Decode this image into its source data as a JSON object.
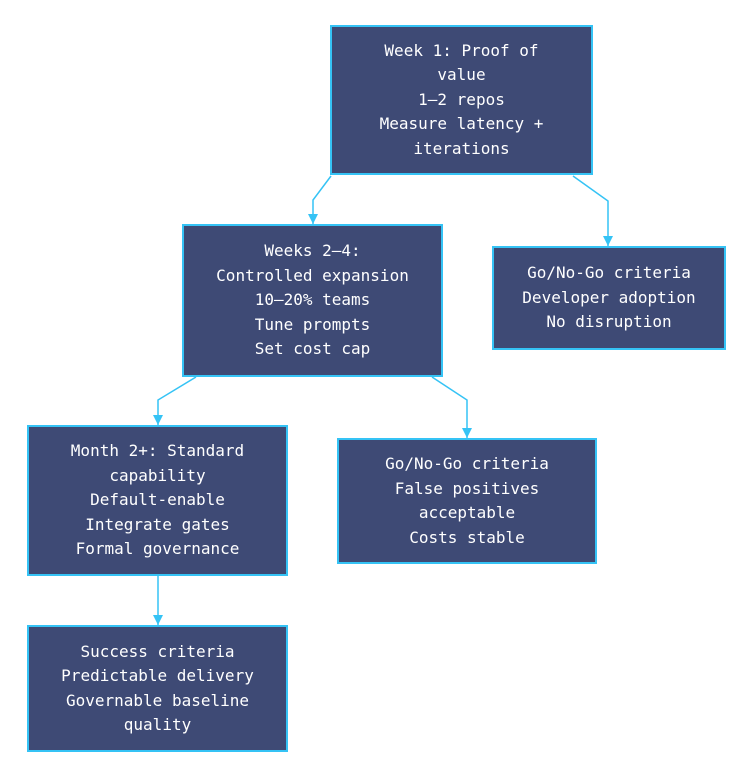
{
  "colors": {
    "background": "#ffffff",
    "node_fill": "#3e4a75",
    "node_border": "#35c3f5",
    "node_text": "#ffffff",
    "arrow": "#35c3f5"
  },
  "diagram": {
    "type": "flowchart",
    "nodes": [
      {
        "id": "week1",
        "text": "Week 1: Proof of\nvalue\n1—2 repos\nMeasure latency +\niterations"
      },
      {
        "id": "weeks2_4",
        "text": "Weeks 2—4:\nControlled expansion\n10—20% teams\nTune prompts\nSet cost cap"
      },
      {
        "id": "gonogo_pilot",
        "text": "Go/No-Go criteria\nDeveloper adoption\nNo disruption"
      },
      {
        "id": "month2_standard",
        "text": "Month 2+: Standard\ncapability\nDefault-enable\nIntegrate gates\nFormal governance"
      },
      {
        "id": "gonogo_expansion",
        "text": "Go/No-Go criteria\nFalse positives\nacceptable\nCosts stable"
      },
      {
        "id": "success_criteria",
        "text": "Success criteria\nPredictable delivery\nGovernable baseline\nquality"
      }
    ],
    "edges": [
      {
        "from": "week1",
        "to": "weeks2_4"
      },
      {
        "from": "week1",
        "to": "gonogo_pilot"
      },
      {
        "from": "weeks2_4",
        "to": "month2_standard"
      },
      {
        "from": "weeks2_4",
        "to": "gonogo_expansion"
      },
      {
        "from": "month2_standard",
        "to": "success_criteria"
      }
    ]
  }
}
